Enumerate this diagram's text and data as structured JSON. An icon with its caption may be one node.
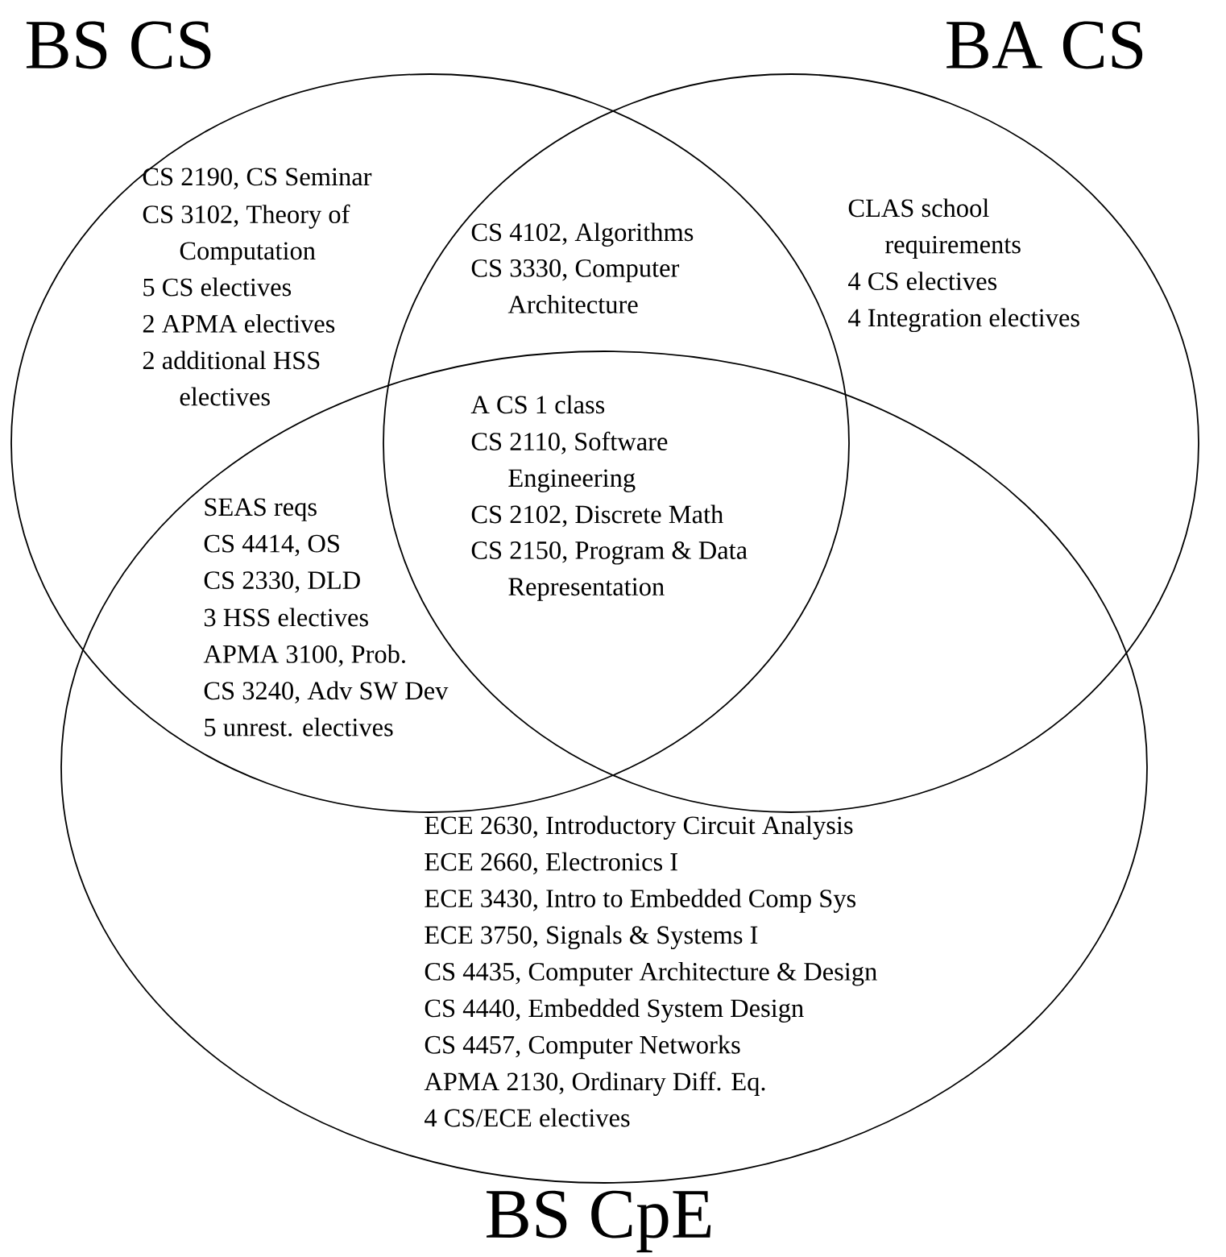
{
  "diagram": {
    "nodes": [
      {
        "text": [
          "BS CS"
        ]
      },
      {
        "text": [
          "BA CS"
        ]
      },
      {
        "text": [
          "BS CpE"
        ]
      }
    ],
    "labels": [
      "CS 2190, CS Seminar",
      "CS 3102, Theory of Computation",
      "5 CS electives",
      "2 APMA electives",
      "2 additional HSS electives",
      "CS 4102, Algorithms",
      "CS 3330, Computer Architecture",
      "CLAS school requirements",
      "4 CS electives",
      "4 Integration electives",
      "A CS 1 class",
      "CS 2110, Software Engineering",
      "CS 2102, Discrete Math",
      "CS 2150, Program & Data Representation",
      "SEAS reqs",
      "CS 4414, OS",
      "CS 2330, DLD",
      "3 HSS electives",
      "APMA 3100, Prob.",
      "CS 3240, Adv SW Dev",
      "5 unrest. electives",
      "ECE 2630, Introductory Circuit Analysis",
      "ECE 2660, Electronics I",
      "ECE 3430, Intro to Embedded Comp Sys",
      "ECE 3750, Signals & Systems I",
      "CS 4435, Computer Architecture & Design",
      "CS 4440, Embedded System Design",
      "CS 4457, Computer Networks",
      "APMA 2130, Ordinary Diff. Eq.",
      "4 CS/ECE electives"
    ]
  }
}
